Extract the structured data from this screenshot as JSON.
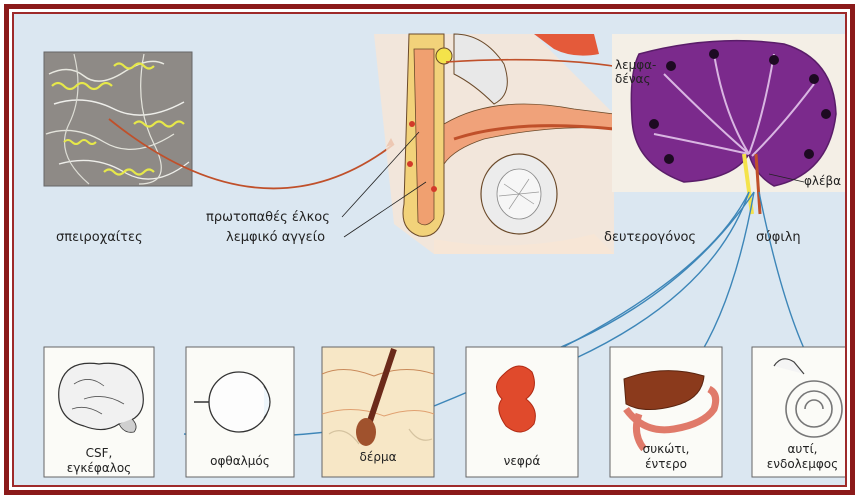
{
  "labels": {
    "spirochetes": "σπειροχαίτες",
    "primary_chancre": "πρωτοπαθές έλκος",
    "lymph_vessel": "λεμφικό αγγείο",
    "lymph_node_line1": "λεμφα-",
    "lymph_node_line2": "δένας",
    "vein": "φλέβα",
    "secondary": "δευτερογόνος",
    "syphilis": "σύφιλη"
  },
  "panels": {
    "brain_line1": "CSF,",
    "brain_line2": "εγκέφαλος",
    "eye": "οφθαλμός",
    "skin": "δέρμα",
    "kidney": "νεφρά",
    "liver_line1": "συκώτι,",
    "liver_line2": "έντερο",
    "ear_line1": "αυτί,",
    "ear_line2": "ενδολεμφος"
  },
  "colors": {
    "border": "#8b1a1a",
    "background": "#dbe7f1",
    "arrow": "#c0502a",
    "lymph_node": "#7b2a8c",
    "connector": "#3d86b8",
    "kidney": "#e04a2c",
    "liver": "#8b3a1c"
  }
}
